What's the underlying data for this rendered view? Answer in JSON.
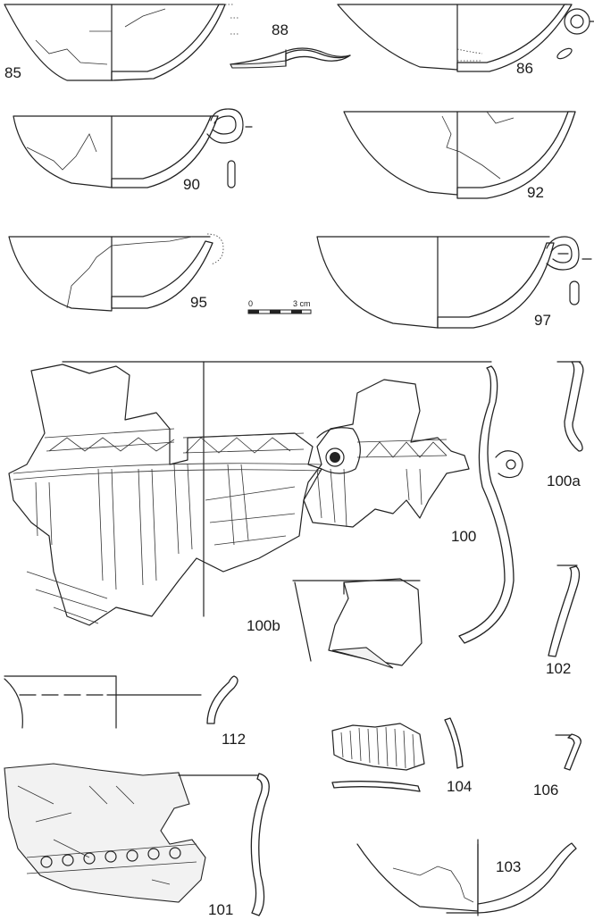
{
  "figure_labels": {
    "n85": "85",
    "n86": "86",
    "n88": "88",
    "n90": "90",
    "n92": "92",
    "n95": "95",
    "n97": "97",
    "n100": "100",
    "n100a": "100a",
    "n100b": "100b",
    "n101": "101",
    "n102": "102",
    "n103": "103",
    "n104": "104",
    "n106": "106",
    "n112": "112"
  },
  "scale_bar": {
    "start": "0",
    "end": "3 cm"
  },
  "colors": {
    "ink": "#222222",
    "paper": "#ffffff"
  }
}
